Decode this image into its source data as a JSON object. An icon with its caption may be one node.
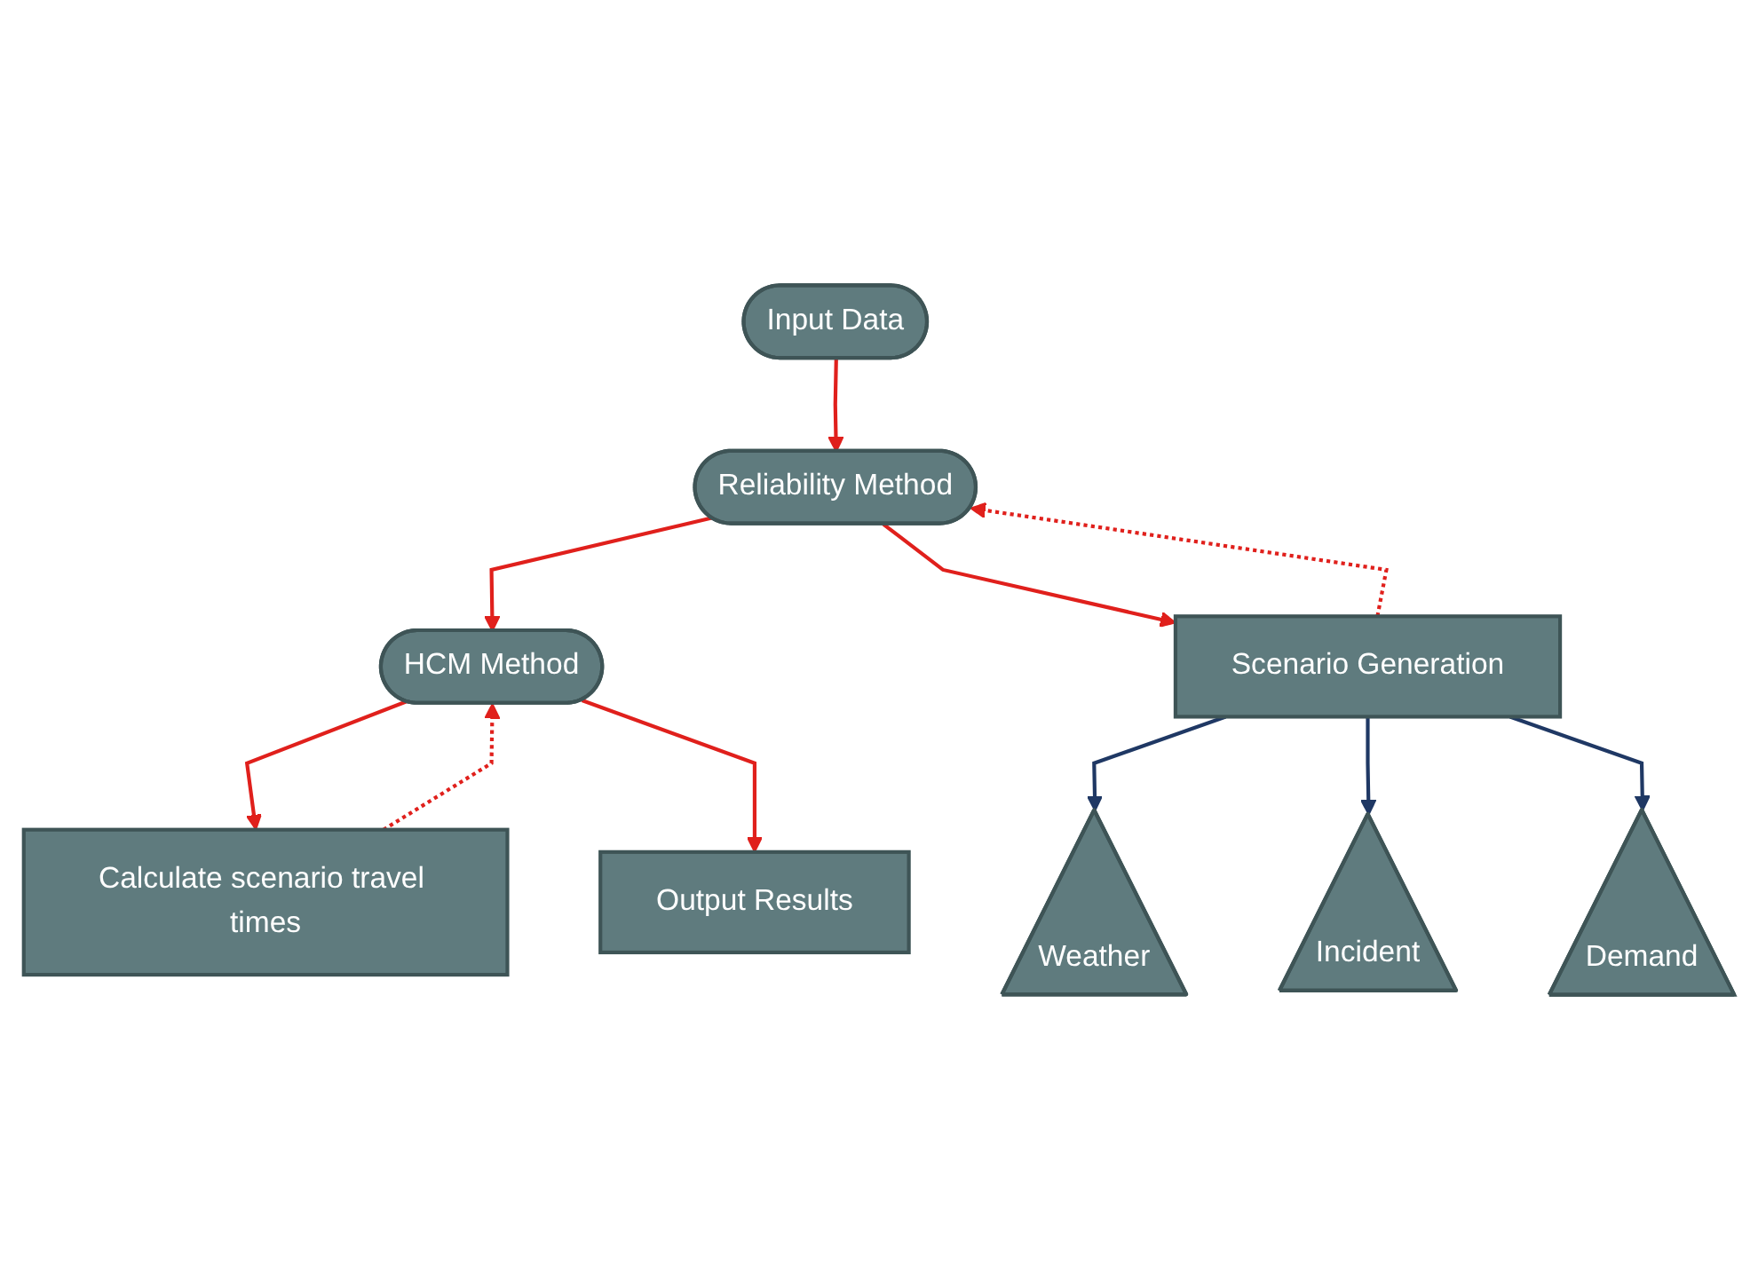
{
  "diagram": {
    "nodes": [
      {
        "text": [
          "Input Data"
        ]
      },
      {
        "text": [
          "Calculate scenario travel times"
        ]
      },
      {
        "text": [
          "Reliability Method"
        ]
      },
      {
        "text": [
          "HCM Method"
        ]
      },
      {
        "text": [
          "Weather"
        ]
      },
      {
        "text": [
          "Scenario Generation"
        ]
      },
      {
        "text": [
          "Output Results"
        ]
      },
      {
        "text": [
          "Incident"
        ]
      },
      {
        "text": [
          "Demand"
        ]
      }
    ],
    "edges": [
      {
        "from": 0,
        "to": 2,
        "arrow": "to"
      },
      {
        "from": 2,
        "to": 3,
        "arrow": "to"
      },
      {
        "from": 3,
        "to": 1,
        "arrow": "to"
      },
      {
        "from": 1,
        "to": 3,
        "arrow": "to",
        "style": "dashed"
      },
      {
        "from": 2,
        "to": 5,
        "arrow": "to"
      },
      {
        "from": 5,
        "to": 2,
        "arrow": "to",
        "style": "dashed"
      },
      {
        "from": 5,
        "to": 4,
        "arrow": "to",
        "color": "#1f3864"
      },
      {
        "from": 3,
        "to": 6,
        "arrow": "to"
      },
      {
        "from": 5,
        "to": 7,
        "arrow": "to",
        "color": "#1f3864"
      },
      {
        "from": 5,
        "to": 8,
        "arrow": "to",
        "color": "#1f3864"
      }
    ]
  }
}
